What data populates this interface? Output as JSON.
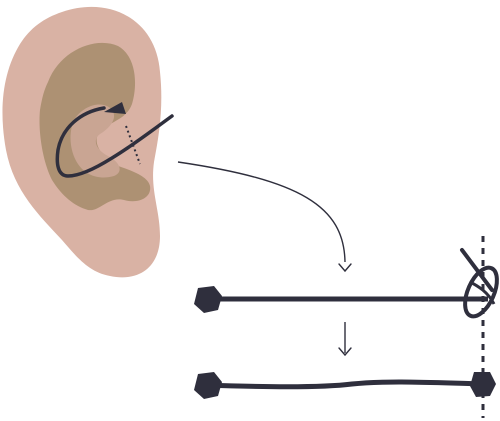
{
  "colors": {
    "background": "#ffffff",
    "skin": "#d9b2a4",
    "skin_inner": "#ad9173",
    "cord": "#2f2f3d",
    "arrow_line": "#2f2f3d"
  },
  "icons": {
    "ear": "ear-illustration",
    "earbud_tip": "earbud-tip-icon",
    "knot": "knot-icon",
    "flow_arrow": "arrow-down-icon"
  },
  "steps": [
    "ear-with-wire-loop",
    "wire-with-knot",
    "wire-shortened"
  ]
}
